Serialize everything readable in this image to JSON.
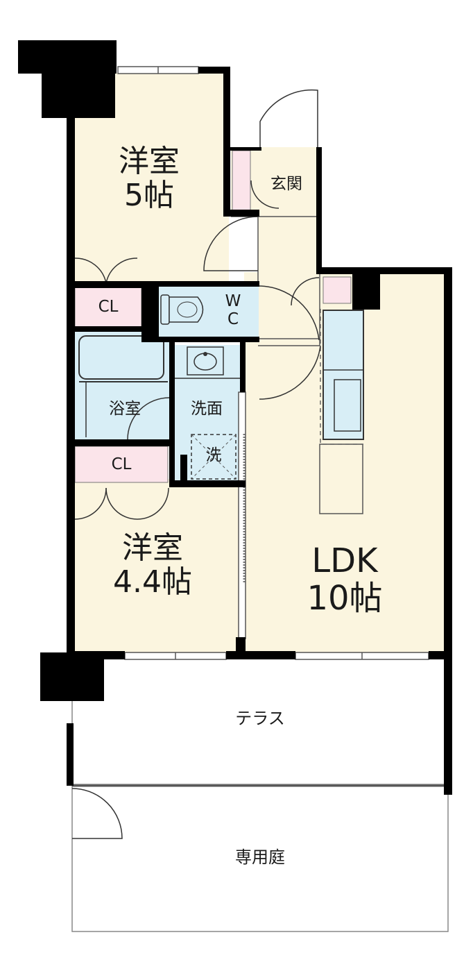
{
  "rooms": {
    "western1": {
      "name": "洋室",
      "size": "5帖"
    },
    "western2": {
      "name": "洋室",
      "size": "4.4帖"
    },
    "ldk": {
      "name": "LDK",
      "size": "10帖"
    },
    "entrance": "玄関",
    "wc_line1": "W",
    "wc_line2": "C",
    "bath": "浴室",
    "washroom": "洗面",
    "washer": "洗",
    "closet1": "CL",
    "closet2": "CL",
    "terrace": "テラス",
    "garden": "専用庭"
  },
  "colors": {
    "room_floor": "#fbf5df",
    "wet_area": "#d8eef6",
    "closet": "#fbe4ea",
    "wall": "#000000"
  }
}
